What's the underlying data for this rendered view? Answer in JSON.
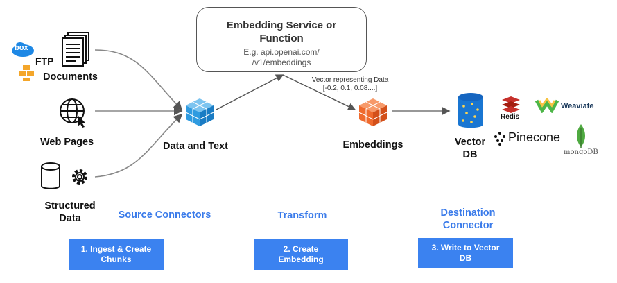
{
  "service": {
    "title_line1": "Embedding Service or",
    "title_line2": "Function",
    "sub_line1": "E.g. api.openai.com/",
    "sub_line2": "/v1/embeddings"
  },
  "sources": {
    "box_logo": "box",
    "ftp": "FTP",
    "documents": "Documents",
    "web_pages": "Web Pages",
    "structured_line1": "Structured",
    "structured_line2": "Data"
  },
  "nodes": {
    "data_text": "Data and Text",
    "embeddings": "Embeddings",
    "vector_db_line1": "Vector",
    "vector_db_line2": "DB"
  },
  "vector_note": {
    "line1": "Vector representing Data",
    "line2": "[-0.2, 0.1, 0.08....]"
  },
  "destinations": {
    "redis": "Redis",
    "weaviate": "Weaviate",
    "pinecone": "Pinecone",
    "mongodb": "mongoDB"
  },
  "stages": {
    "source": "Source Connectors",
    "transform": "Transform",
    "destination_line1": "Destination",
    "destination_line2": "Connector"
  },
  "steps": {
    "step1_line1": "1. Ingest & Create",
    "step1_line2": "Chunks",
    "step2_line1": "2. Create",
    "step2_line2": "Embedding",
    "step3_line1": "3. Write to Vector",
    "step3_line2": "DB"
  },
  "colors": {
    "accent_blue": "#3b82f0",
    "cube_blue": "#2f9be0",
    "cube_orange": "#ef6a2d",
    "db_blue": "#1976d2",
    "redis_red": "#c6302b",
    "mongo_green": "#4faa41"
  }
}
